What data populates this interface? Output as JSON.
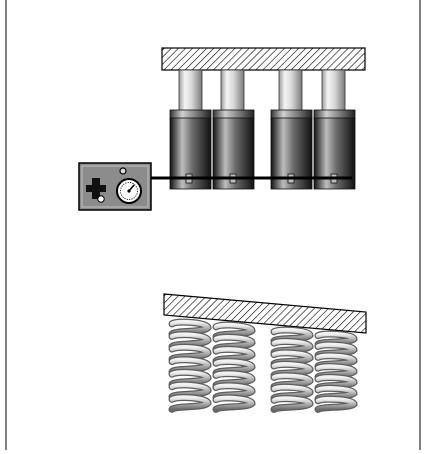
{
  "colors": {
    "frame": "#000000",
    "plate_hatch": "#000000",
    "cylinder_dark": "#1c1c1c",
    "cylinder_light": "#c8c8c8",
    "rod_light": "#efefef",
    "rod_dark": "#8a8a8a",
    "control_box": "#8c8c8c",
    "spring_light": "#e6e6e6",
    "spring_dark": "#6e6e6e"
  },
  "hydraulic_system": {
    "cylinder_count": 4,
    "control_box_icons": [
      "pump-icon",
      "pressure-gauge-icon"
    ]
  },
  "spring_system": {
    "spring_count": 4,
    "plate": "tilted"
  }
}
